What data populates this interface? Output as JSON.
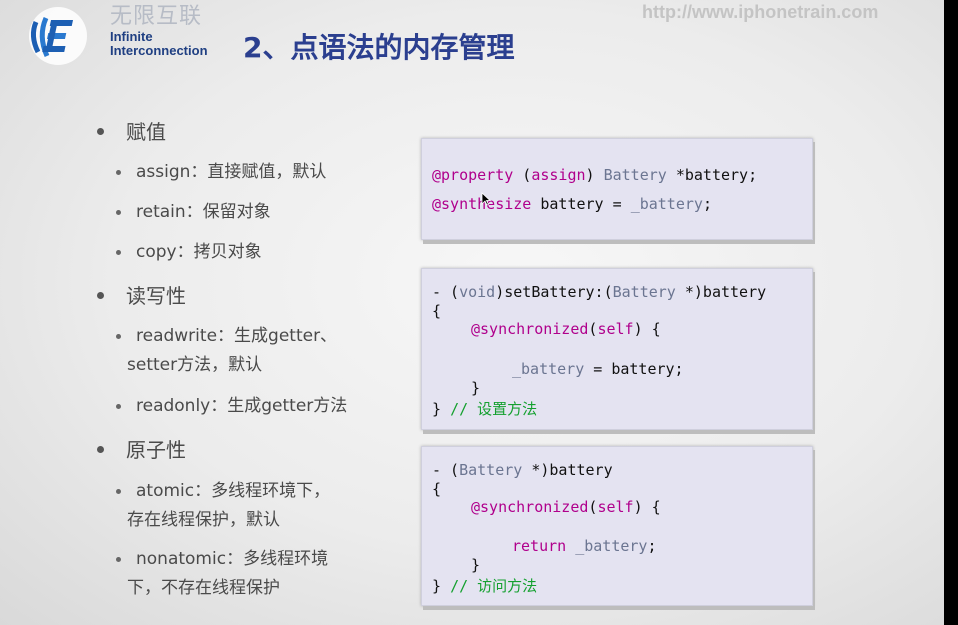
{
  "header": {
    "logo_cn": "无限互联",
    "logo_en_line1": "Infinite",
    "logo_en_line2": "Interconnection",
    "website": "http://www.iphonetrain.com",
    "title": "2、点语法的内存管理"
  },
  "outline": {
    "sections": [
      {
        "title": "赋值",
        "items": [
          "assign：直接赋值，默认",
          "retain：保留对象",
          "copy：拷贝对象"
        ]
      },
      {
        "title": "读写性",
        "items": [
          [
            "readwrite：生成getter、",
            "setter方法，默认"
          ],
          "readonly：生成getter方法"
        ]
      },
      {
        "title": "原子性",
        "items": [
          [
            "atomic：多线程环境下，",
            "存在线程保护，默认"
          ],
          [
            "nonatomic：多线程环境",
            "下，不存在线程保护"
          ]
        ]
      }
    ]
  },
  "code": {
    "box1": {
      "l1_kw": "@property",
      "l1_sp1": " (",
      "l1_assign": "assign",
      "l1_sp2": ") ",
      "l1_type": "Battery",
      "l1_rest": " *battery;",
      "l2_kw": "@synthesize",
      "l2_rest": " battery = ",
      "l2_ivar": "_battery",
      "l2_end": ";"
    },
    "box2": {
      "l1_a": "- (",
      "l1_void": "void",
      "l1_b": ")setBattery:(",
      "l1_type": "Battery",
      "l1_c": " *)battery",
      "l2": "{",
      "l3_kw": "@synchronized",
      "l3_a": "(",
      "l3_self": "self",
      "l3_b": ") {",
      "l4_ivar": "_battery",
      "l4_rest": " = battery;",
      "l5": "}",
      "l6_brace": "} ",
      "l6_comment": "// 设置方法"
    },
    "box3": {
      "l1_a": "- (",
      "l1_type": "Battery",
      "l1_b": " *)battery",
      "l2": "{",
      "l3_kw": "@synchronized",
      "l3_a": "(",
      "l3_self": "self",
      "l3_b": ") {",
      "l4_kw": "return",
      "l4_ivar": " _battery",
      "l4_end": ";",
      "l5": "}",
      "l6_brace": "} ",
      "l6_comment": "// 访问方法"
    }
  },
  "colors": {
    "title": "#2b3f8f",
    "keyword": "#b0008c",
    "type": "#6b7591",
    "comment": "#14a02f",
    "code_bg": "#e4e3f1"
  }
}
